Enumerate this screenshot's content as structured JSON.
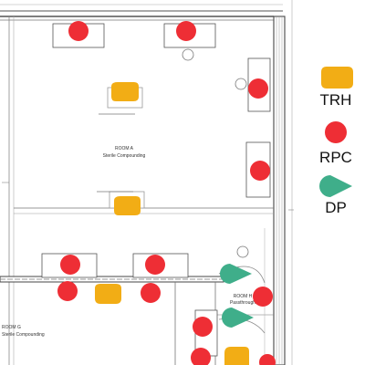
{
  "floorplan": {
    "rooms": [
      {
        "name": "ROOM A",
        "subtitle": "Sterile Compounding"
      },
      {
        "name": "ROOM G",
        "subtitle": "Sterile Compounding"
      },
      {
        "name": "ROOM H",
        "subtitle": "Passthrough"
      }
    ]
  },
  "legend": [
    {
      "label": "TRH",
      "shape": "rounded-square",
      "color": "#f2ad15"
    },
    {
      "label": "RPC",
      "shape": "circle",
      "color": "#ee2e35"
    },
    {
      "label": "DP",
      "shape": "teardrop",
      "color": "#3fae8a"
    }
  ],
  "colors": {
    "trh": "#f2ad15",
    "rpc": "#ee2e35",
    "dp": "#3fae8a",
    "wall": "#555555",
    "thin_line": "#888888"
  }
}
